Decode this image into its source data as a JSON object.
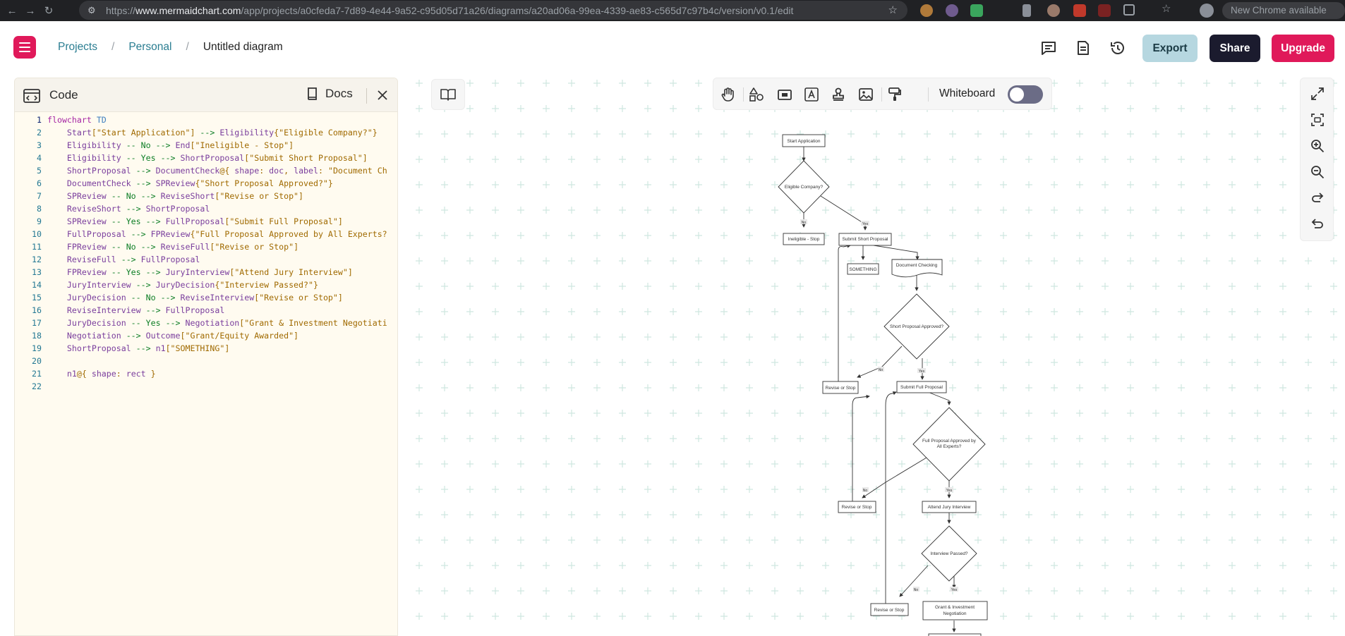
{
  "browser": {
    "url_prefix": "https://",
    "url_host": "www.mermaidchart.com",
    "url_path": "/app/projects/a0cfeda7-7d89-4e44-9a52-c95d05d71a26/diagrams/a20ad06a-99ea-4339-ae83-c565d7c97b4c/version/v0.1/edit",
    "update_notice": "New Chrome available"
  },
  "header": {
    "breadcrumb": [
      "Projects",
      "Personal",
      "Untitled diagram"
    ],
    "separator": "/",
    "export_label": "Export",
    "share_label": "Share",
    "upgrade_label": "Upgrade",
    "brand_color": "#e0195a"
  },
  "code_panel": {
    "title": "Code",
    "docs_label": "Docs",
    "lines": [
      "flowchart TD",
      "    Start[\"Start Application\"] --> Eligibility{\"Eligible Company?\"}",
      "    Eligibility -- No --> End[\"Ineligible - Stop\"]",
      "    Eligibility -- Yes --> ShortProposal[\"Submit Short Proposal\"]",
      "    ShortProposal --> DocumentCheck@{ shape: doc, label: \"Document Ch",
      "    DocumentCheck --> SPReview{\"Short Proposal Approved?\"}",
      "    SPReview -- No --> ReviseShort[\"Revise or Stop\"]",
      "    ReviseShort --> ShortProposal",
      "    SPReview -- Yes --> FullProposal[\"Submit Full Proposal\"]",
      "    FullProposal --> FPReview{\"Full Proposal Approved by All Experts?",
      "    FPReview -- No --> ReviseFull[\"Revise or Stop\"]",
      "    ReviseFull --> FullProposal",
      "    FPReview -- Yes --> JuryInterview[\"Attend Jury Interview\"]",
      "    JuryInterview --> JuryDecision{\"Interview Passed?\"}",
      "    JuryDecision -- No --> ReviseInterview[\"Revise or Stop\"]",
      "    ReviseInterview --> FullProposal",
      "    JuryDecision -- Yes --> Negotiation[\"Grant & Investment Negotiati",
      "    Negotiation --> Outcome[\"Grant/Equity Awarded\"]",
      "    ShortProposal --> n1[\"SOMETHING\"]",
      "",
      "    n1@{ shape: rect }",
      ""
    ]
  },
  "toolbar": {
    "whiteboard_label": "Whiteboard",
    "whiteboard_on": false
  },
  "diagram": {
    "nodes": {
      "start": "Start Application",
      "eligibility": "Eligible Company?",
      "end": "Ineligible - Stop",
      "short_proposal": "Submit Short Proposal",
      "something": "SOMETHING",
      "document_check": "Document Checking",
      "sp_review": "Short Proposal Approved?",
      "revise_short": "Revise or Stop",
      "full_proposal": "Submit Full Proposal",
      "fp_review_1": "Full Proposal Approved by",
      "fp_review_2": "All Experts?",
      "revise_full": "Revise or Stop",
      "jury_interview": "Attend Jury Interview",
      "jury_decision": "Interview Passed?",
      "revise_interview": "Revise or Stop",
      "negotiation_1": "Grant & Investment",
      "negotiation_2": "Negotiation"
    },
    "edge_labels": {
      "no": "No",
      "yes": "Yes"
    }
  }
}
